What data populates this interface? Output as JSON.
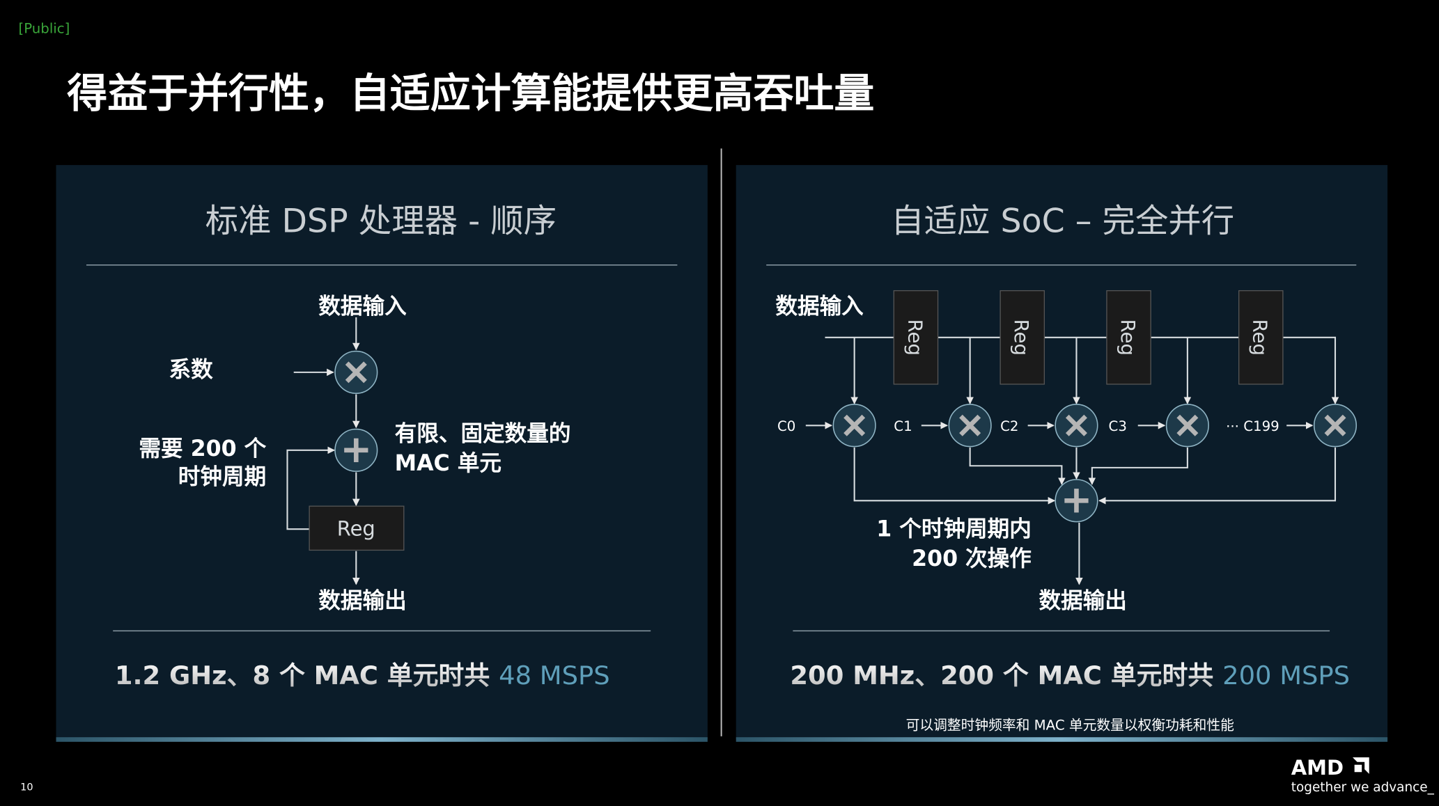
{
  "classification": "[Public]",
  "title": "得益于并行性，自适应计算能提供更高吞吐量",
  "page_number": "10",
  "left_panel": {
    "heading": "标准 DSP 处理器 - 顺序",
    "data_in": "数据输入",
    "coefficient": "系数",
    "cycles_line1": "需要 200 个",
    "cycles_line2": "时钟周期",
    "mac_line1": "有限、固定数量的",
    "mac_line2": "MAC 单元",
    "reg": "Reg",
    "data_out": "数据输出",
    "summary": "1.2 GHz、8 个 MAC 单元时共 ",
    "summary_highlight": "48 MSPS"
  },
  "right_panel": {
    "heading": "自适应 SoC – 完全并行",
    "data_in": "数据输入",
    "regs": [
      "Reg",
      "Reg",
      "Reg",
      "Reg"
    ],
    "coefficients": [
      "C0",
      "C1",
      "C2",
      "C3",
      "··· C199"
    ],
    "ops_line1": "1 个时钟周期内",
    "ops_line2": "200 次操作",
    "data_out": "数据输出",
    "summary": "200 MHz、200 个 MAC 单元时共 ",
    "summary_highlight": "200 MSPS",
    "note": "可以调整时钟频率和 MAC 单元数量以权衡功耗和性能"
  },
  "brand": {
    "logo": "AMD",
    "tagline": "together we advance_"
  },
  "colors": {
    "panel": "#0b1c29",
    "highlight": "#5f9fba",
    "public": "#3aa63a"
  }
}
